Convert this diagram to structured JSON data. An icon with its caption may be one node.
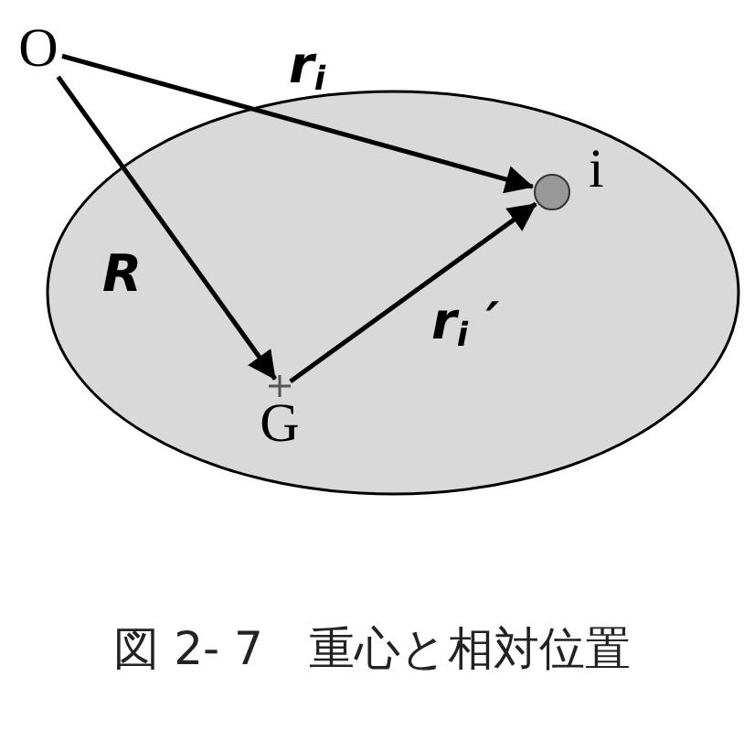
{
  "diagram": {
    "caption": "図 2- 7　重心と相対位置",
    "nodes": [
      {
        "text": [
          "O"
        ]
      },
      {
        "text": [],
        "shape": "circle",
        "beside": [
          "i"
        ]
      },
      {
        "text": [
          "G"
        ]
      }
    ],
    "edges": [
      {
        "from": 0,
        "to": 1,
        "arrow": "to",
        "label": "r$_{i}$"
      },
      {
        "from": 0,
        "to": 2,
        "arrow": "to",
        "label": "R"
      },
      {
        "from": 2,
        "to": 1,
        "arrow": "to",
        "label": "r$_{i}$ ′"
      }
    ]
  }
}
